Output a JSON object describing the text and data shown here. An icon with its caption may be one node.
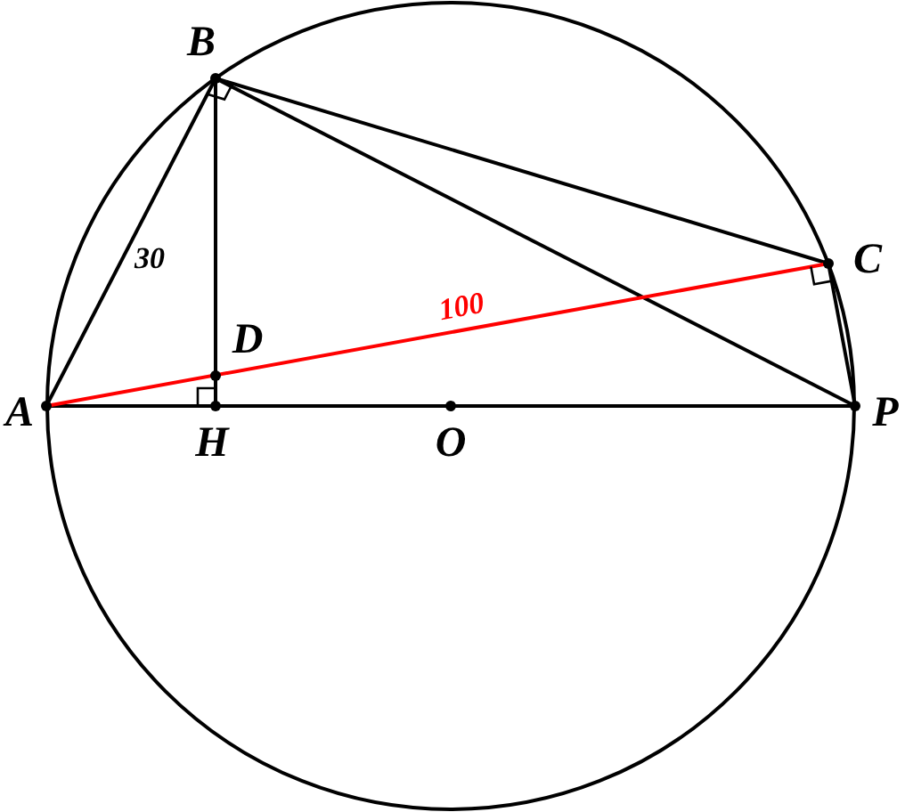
{
  "diagram": {
    "labels": [
      "B",
      "30",
      "C",
      "100",
      "D",
      "A",
      "H",
      "O",
      "P"
    ]
  }
}
